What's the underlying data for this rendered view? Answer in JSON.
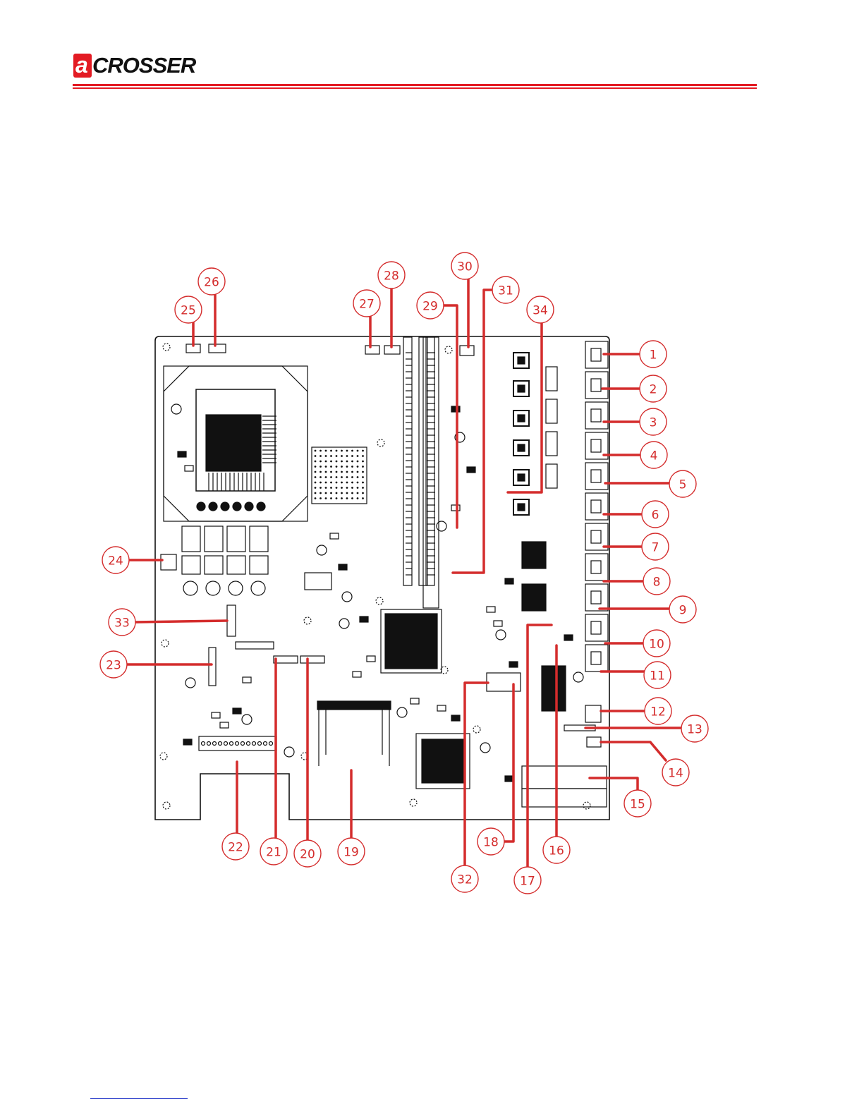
{
  "header": {
    "logo_mark": "a",
    "logo_text": "CROSSER",
    "brand_color": "#e31b23"
  },
  "diagram": {
    "callout_color": "#d42c2c",
    "callouts": [
      "1",
      "2",
      "3",
      "4",
      "5",
      "6",
      "7",
      "8",
      "9",
      "10",
      "11",
      "12",
      "13",
      "14",
      "15",
      "16",
      "17",
      "18",
      "19",
      "20",
      "21",
      "22",
      "23",
      "24",
      "25",
      "26",
      "27",
      "28",
      "29",
      "30",
      "31",
      "32",
      "33",
      "34"
    ]
  }
}
